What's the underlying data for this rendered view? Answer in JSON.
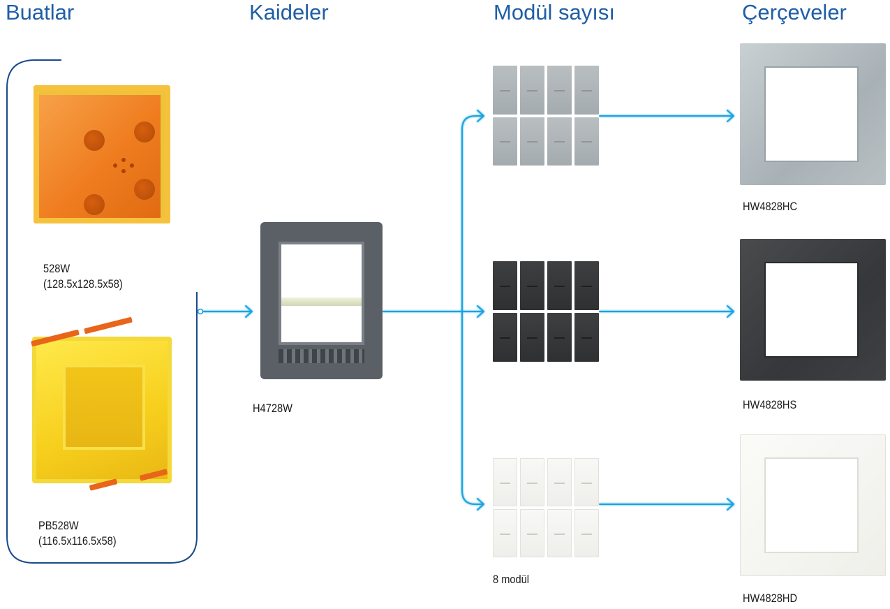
{
  "headings": {
    "boxes": "Buatlar",
    "supports": "Kaideler",
    "modules": "Modül sayısı",
    "frames": "Çerçeveler"
  },
  "boxes": [
    {
      "code": "528W",
      "dims": "(128.5x128.5x58)",
      "color": "#ef7d1f"
    },
    {
      "code": "PB528W",
      "dims": "(116.5x116.5x58)",
      "color": "#f7cf1d"
    }
  ],
  "support": {
    "code": "H4728W",
    "color": "#5b6066"
  },
  "modules": {
    "caption": "8 modül",
    "variants": [
      {
        "name": "grey",
        "color": "#a4abae"
      },
      {
        "name": "dark",
        "color": "#2f3031"
      },
      {
        "name": "white",
        "color": "#f3f3f0"
      }
    ]
  },
  "frames": [
    {
      "code": "HW4828HC",
      "color": "#a8b1b6"
    },
    {
      "code": "HW4828HS",
      "color": "#36373a"
    },
    {
      "code": "HW4828HD",
      "color": "#f3f3f0"
    }
  ],
  "colors": {
    "heading": "#1f5ea6",
    "bracket": "#1a4a8c",
    "arrow": "#1aa3e0"
  }
}
